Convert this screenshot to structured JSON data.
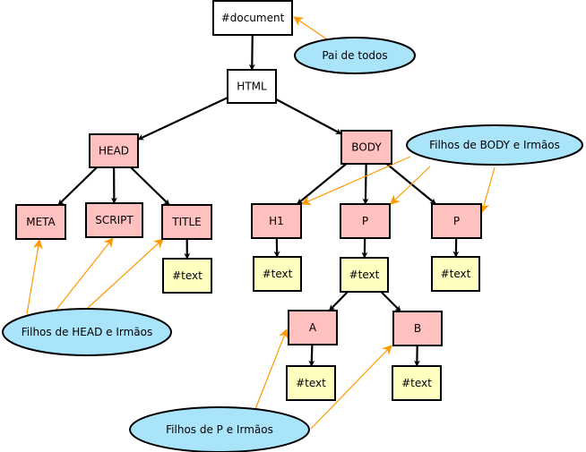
{
  "title": "DOM tree",
  "colors": {
    "white_node": "#ffffff",
    "element_node": "#ffc0c0",
    "text_node": "#ffffc0",
    "note_fill": "#aae4fa",
    "edge": "#000000",
    "pointer": "#ff9900"
  },
  "nodes": [
    {
      "id": "document",
      "label": "#document",
      "kind": "white"
    },
    {
      "id": "html",
      "label": "HTML",
      "kind": "white"
    },
    {
      "id": "head",
      "label": "HEAD",
      "kind": "element"
    },
    {
      "id": "body",
      "label": "BODY",
      "kind": "element"
    },
    {
      "id": "meta",
      "label": "META",
      "kind": "element"
    },
    {
      "id": "script",
      "label": "SCRIPT",
      "kind": "element"
    },
    {
      "id": "title",
      "label": "TITLE",
      "kind": "element"
    },
    {
      "id": "title_text",
      "label": "#text",
      "kind": "text"
    },
    {
      "id": "h1",
      "label": "H1",
      "kind": "element"
    },
    {
      "id": "p1",
      "label": "P",
      "kind": "element"
    },
    {
      "id": "p2",
      "label": "P",
      "kind": "element"
    },
    {
      "id": "h1_text",
      "label": "#text",
      "kind": "text"
    },
    {
      "id": "p1_text",
      "label": "#text",
      "kind": "text"
    },
    {
      "id": "p2_text",
      "label": "#text",
      "kind": "text"
    },
    {
      "id": "a",
      "label": "A",
      "kind": "element"
    },
    {
      "id": "b",
      "label": "B",
      "kind": "element"
    },
    {
      "id": "a_text",
      "label": "#text",
      "kind": "text"
    },
    {
      "id": "b_text",
      "label": "#text",
      "kind": "text"
    }
  ],
  "edges": [
    [
      "document",
      "html"
    ],
    [
      "html",
      "head"
    ],
    [
      "html",
      "body"
    ],
    [
      "head",
      "meta"
    ],
    [
      "head",
      "script"
    ],
    [
      "head",
      "title"
    ],
    [
      "title",
      "title_text"
    ],
    [
      "body",
      "h1"
    ],
    [
      "body",
      "p1"
    ],
    [
      "body",
      "p2"
    ],
    [
      "h1",
      "h1_text"
    ],
    [
      "p1",
      "p1_text"
    ],
    [
      "p2",
      "p2_text"
    ],
    [
      "p1_text",
      "a"
    ],
    [
      "p1_text",
      "b"
    ],
    [
      "a",
      "a_text"
    ],
    [
      "b",
      "b_text"
    ]
  ],
  "notes": [
    {
      "id": "note_root",
      "label": "Pai de todos",
      "targets": [
        "document"
      ]
    },
    {
      "id": "note_body",
      "label": "Filhos de BODY e Irmãos",
      "targets": [
        "h1",
        "p1",
        "p2"
      ]
    },
    {
      "id": "note_head",
      "label": "Filhos de HEAD e Irmãos",
      "targets": [
        "meta",
        "script",
        "title"
      ]
    },
    {
      "id": "note_p",
      "label": "Filhos de P e Irmãos",
      "targets": [
        "a",
        "b"
      ]
    }
  ]
}
